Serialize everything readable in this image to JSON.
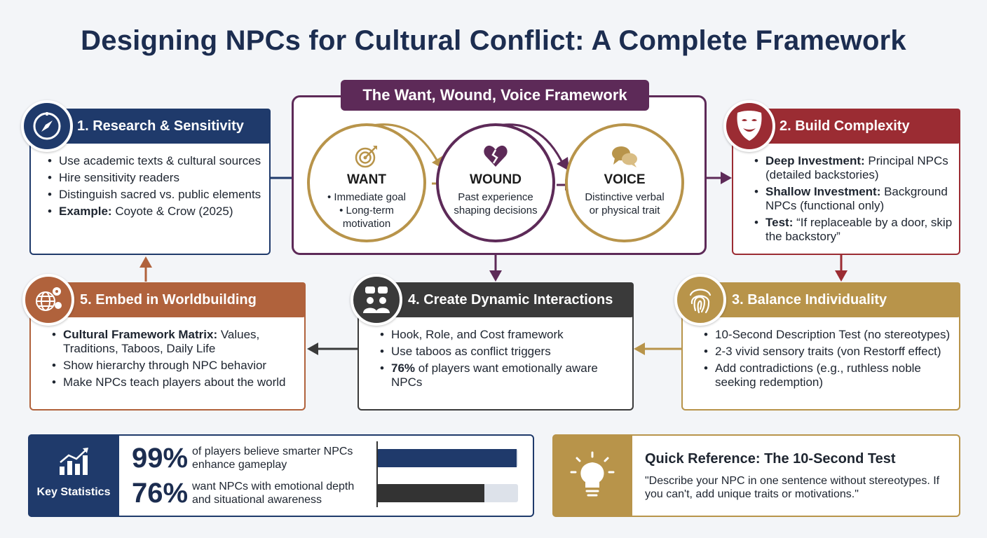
{
  "title": "Designing NPCs for Cultural Conflict: A Complete Framework",
  "colors": {
    "navy": "#1f3a6b",
    "plum": "#5d2a58",
    "crimson": "#9b2c33",
    "gold": "#b8944a",
    "charcoal": "#3a3a3a",
    "rust": "#b0623c"
  },
  "framework": {
    "title": "The Want, Wound, Voice Framework",
    "want": {
      "icon": "target-icon",
      "label": "WANT",
      "lines": [
        "• Immediate goal",
        "• Long-term",
        "motivation"
      ]
    },
    "wound": {
      "icon": "broken-heart-icon",
      "label": "WOUND",
      "lines": [
        "Past experience",
        "shaping decisions"
      ]
    },
    "voice": {
      "icon": "speech-bubbles-icon",
      "label": "VOICE",
      "lines": [
        "Distinctive verbal",
        "or physical trait"
      ]
    }
  },
  "sections": {
    "research": {
      "icon": "compass-icon",
      "title": "1. Research & Sensitivity",
      "items": [
        {
          "bold": "",
          "text": "Use academic texts & cultural sources"
        },
        {
          "bold": "",
          "text": "Hire sensitivity readers"
        },
        {
          "bold": "",
          "text": "Distinguish sacred vs. public elements"
        },
        {
          "bold": "Example:",
          "text": " Coyote & Crow (2025)"
        }
      ]
    },
    "complexity": {
      "icon": "theater-mask-icon",
      "title": "2. Build Complexity",
      "items": [
        {
          "bold": "Deep Investment:",
          "text": " Principal NPCs (detailed backstories)"
        },
        {
          "bold": "Shallow Investment:",
          "text": " Background NPCs (functional only)"
        },
        {
          "bold": "Test:",
          "text": " “If replaceable by a door, skip the backstory”"
        }
      ]
    },
    "individuality": {
      "icon": "fingerprint-icon",
      "title": "3. Balance Individuality",
      "items": [
        {
          "bold": "",
          "text": "10-Second Description Test (no stereotypes)"
        },
        {
          "bold": "",
          "text": "2-3 vivid sensory traits (von Restorff effect)"
        },
        {
          "bold": "",
          "text": "Add contradictions (e.g., ruthless noble seeking redemption)"
        }
      ]
    },
    "interactions": {
      "icon": "people-chat-icon",
      "title": "4. Create Dynamic Interactions",
      "items": [
        {
          "bold": "",
          "text": "Hook, Role, and Cost framework"
        },
        {
          "bold": "",
          "text": "Use taboos as conflict triggers"
        },
        {
          "bold": "76%",
          "text": " of players want emotionally aware NPCs"
        }
      ]
    },
    "worldbuilding": {
      "icon": "globe-gears-icon",
      "title": "5. Embed in Worldbuilding",
      "items": [
        {
          "bold": "Cultural Framework Matrix:",
          "text": " Values, Traditions, Taboos, Daily Life"
        },
        {
          "bold": "",
          "text": "Show hierarchy through NPC behavior"
        },
        {
          "bold": "",
          "text": "Make NPCs teach players about the world"
        }
      ]
    }
  },
  "statistics": {
    "icon": "bar-chart-icon",
    "label": "Key Statistics",
    "items": [
      {
        "value": "99%",
        "text": "of players believe smarter NPCs enhance gameplay",
        "fraction": 0.99,
        "color": "#1f3a6b"
      },
      {
        "value": "76%",
        "text": "want NPCs with emotional depth and situational awareness",
        "fraction": 0.76,
        "color": "#333333"
      }
    ]
  },
  "quick_reference": {
    "icon": "lightbulb-icon",
    "title": "Quick Reference: The 10-Second Test",
    "quote": "\"Describe your NPC in one sentence without stereotypes. If you can't, add unique traits or motivations.\""
  }
}
